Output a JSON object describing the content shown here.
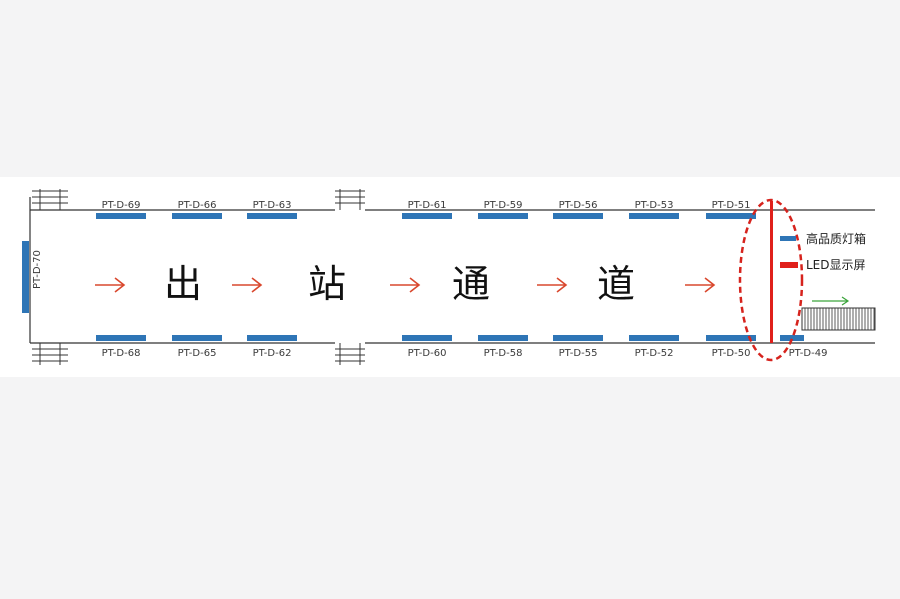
{
  "top_boxes": [
    "PT-D-69",
    "PT-D-66",
    "PT-D-63",
    "PT-D-61",
    "PT-D-59",
    "PT-D-56",
    "PT-D-53",
    "PT-D-51"
  ],
  "bottom_boxes": [
    "PT-D-68",
    "PT-D-65",
    "PT-D-62",
    "PT-D-60",
    "PT-D-58",
    "PT-D-55",
    "PT-D-52",
    "PT-D-50",
    "PT-D-49"
  ],
  "end_box": "PT-D-70",
  "title_chars": [
    "出",
    "站",
    "通",
    "道"
  ],
  "legend": [
    {
      "label": "高品质灯箱",
      "color": "#2e75b6"
    },
    {
      "label": "LED显示屏",
      "color": "#e0201b"
    }
  ],
  "colors": {
    "lightbox": "#2e75b6",
    "led": "#e0201b",
    "arrow": "#d9482e",
    "exit_arrow": "#3aa33a"
  }
}
